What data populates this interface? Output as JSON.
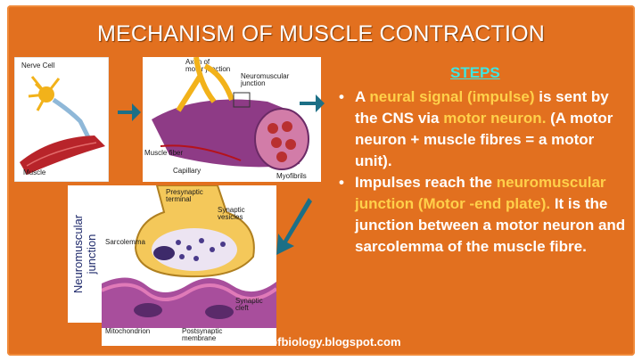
{
  "slide": {
    "title": "MECHANISM OF MUSCLE CONTRACTION",
    "steps_heading": "STEPS",
    "side_label_line1": "Neuromuscular",
    "side_label_line2": "junction",
    "credit": "nkofbiology.blogspot.com",
    "bullets": [
      {
        "parts": [
          "A ",
          "neural signal (impulse)",
          " is sent by the CNS via ",
          "motor neuron.",
          " (A motor neuron + muscle fibres = a motor unit)."
        ]
      },
      {
        "parts": [
          "Impulses reach the ",
          "neuromuscular junction (Motor -end plate).",
          " It is the junction between a motor neuron and sarcolemma of the muscle fibre."
        ]
      }
    ]
  },
  "figure_labels": {
    "nerve_cell": "Nerve Cell",
    "muscle": "Muscle",
    "axon": "Axon of",
    "axon2": "motor junction",
    "nmj": "Neuromuscular",
    "nmj2": "junction",
    "muscle_fiber": "Muscle fiber",
    "capillary": "Capillary",
    "myofibrils": "Myofibrils",
    "presynaptic": "Presynaptic",
    "presynaptic2": "terminal",
    "synaptic_vesicles": "Synaptic",
    "synaptic_vesicles2": "vesicles",
    "sarcolemma": "Sarcolemma",
    "synaptic_cleft": "Synaptic",
    "synaptic_cleft2": "cleft",
    "mitochondrion": "Mitochondrion",
    "postsynaptic": "Postsynaptic",
    "postsynaptic2": "membrane"
  },
  "colors": {
    "panel": "#e2701f",
    "highlight": "#ffd04a",
    "steps": "#3fe6e0",
    "arrow": "#1c6f86"
  }
}
